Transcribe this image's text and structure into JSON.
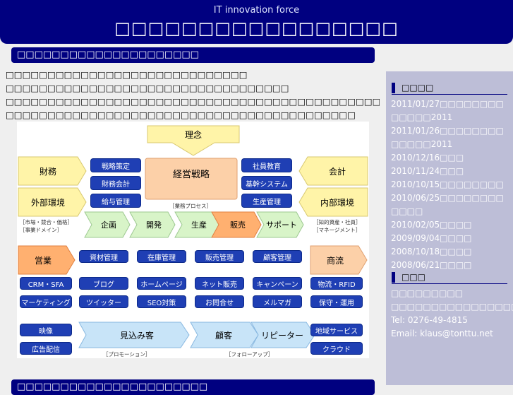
{
  "header": {
    "tagline": "IT innovation force",
    "title": "□□□□□□□□□□□□□□□□□"
  },
  "main": {
    "section_title": "□□□□□□□□□□□□□□□□□□□□□",
    "intro_lines": [
      "□□□□□□□□□□□□□□□□□□□□□□□□□□□□□",
      "□□□□□□□□□□□□□□□□□□□□□□□□□□□□□□□□□□",
      "□□□□□□□□□□□□□□□□□□□□□□□□□□□□□□□□□□□□□□□□□□□□□□□□□□□□□□",
      "□□□□□□□□□□□□□□□□□□□□□□□□□□□□□□□□□□□□□□□□□□"
    ],
    "next_section_title": "□□□□□□□□□□□□□□□□□□□□□□"
  },
  "diagram": {
    "philosophy": "理念",
    "management_strategy": "経営戦略",
    "business_process": "［業務プロセス］",
    "finance": "財務",
    "accounting": "会計",
    "external_env": "外部環境",
    "internal_env": "内部環境",
    "external_note_1": "［市場・競合・価格］",
    "external_note_2": "［事業ドメイン］",
    "internal_note_1": "［知的資産・社員］",
    "internal_note_2": "［マネージメント］",
    "left_blue": [
      "戦略策定",
      "財務会計",
      "給与管理"
    ],
    "right_blue": [
      "社員教育",
      "基幹システム",
      "生産管理"
    ],
    "process": [
      "企画",
      "開発",
      "生産",
      "販売",
      "サポート"
    ],
    "sales": "営業",
    "commerce": "商流",
    "mgmt_row": [
      "資材管理",
      "在庫管理",
      "販売管理",
      "顧客管理"
    ],
    "row1": [
      "CRM・SFA",
      "ブログ",
      "ホームページ",
      "ネット販売",
      "キャンペーン",
      "物流・RFID"
    ],
    "row2": [
      "マーケティング",
      "ツイッター",
      "SEO対策",
      "お問合せ",
      "メルマガ",
      "保守・運用"
    ],
    "left_bottom": [
      "映像",
      "広告配信"
    ],
    "right_bottom": [
      "地域サービス",
      "クラウド"
    ],
    "prospect": "見込み客",
    "customer": "顧客",
    "repeater": "リピーター",
    "promotion": "［プロモーション］",
    "follow_up": "［フォローアップ］"
  },
  "sidebar": {
    "news_heading": "□□□□",
    "news": [
      "2011/01/27□□□□□□□□□□□□□2011",
      "2011/01/26□□□□□□□□□□□□□2011",
      "2010/12/16□□□",
      "2010/11/24□□□",
      "2010/10/15□□□□□□□□",
      "2010/06/25□□□□□□□□□□□□",
      "2010/02/05□□□□",
      "2009/09/04□□□□",
      "2008/10/18□□□□",
      "2008/06/21□□□□"
    ],
    "company_heading": "□□□",
    "company": [
      "□□□□□□□□□",
      "□□□□□□□□□□□□□□□□",
      "Tel: 0276-49-4815",
      "Email: klaus@tonttu.net"
    ]
  }
}
